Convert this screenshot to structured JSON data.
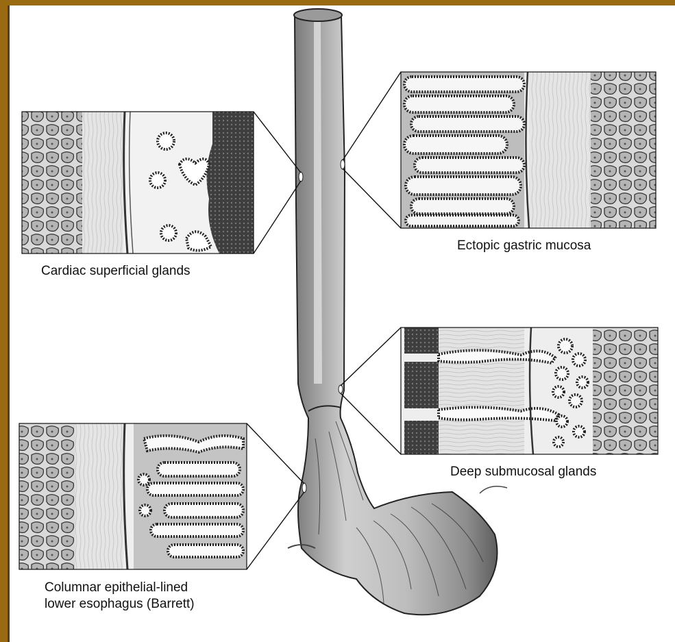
{
  "figure": {
    "labels": {
      "cardiac": "Cardiac superficial glands",
      "ectopic": "Ectopic gastric mucosa",
      "deep": "Deep submucosal glands",
      "barrett_line1": "Columnar epithelial-lined",
      "barrett_line2": "lower esophagus (Barrett)"
    }
  }
}
